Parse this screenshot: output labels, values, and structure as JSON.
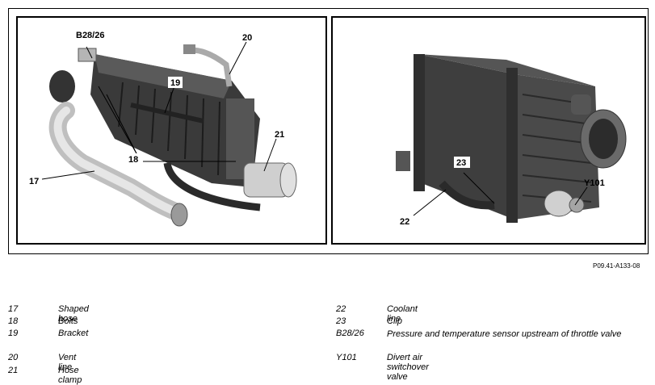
{
  "figure": {
    "left_callouts": {
      "c17": "17",
      "c18": "18",
      "c19": "19",
      "c20": "20",
      "c21": "21",
      "cB": "B28/26"
    },
    "right_callouts": {
      "c22": "22",
      "c23": "23",
      "cY": "Y101"
    },
    "reference_code": "P09.41-A133-08"
  },
  "legend": {
    "left": [
      {
        "num": "17",
        "text": "Shaped hose"
      },
      {
        "num": "18",
        "text": "Bolts"
      },
      {
        "num": "19",
        "text": "Bracket"
      },
      {
        "num": "20",
        "text": "Vent line"
      },
      {
        "num": "21",
        "text": "Hose clamp"
      }
    ],
    "right": [
      {
        "num": "22",
        "text": "Coolant line"
      },
      {
        "num": "23",
        "text": "Clip"
      },
      {
        "num": "B28/26",
        "text": "Pressure and temperature sensor upstream of throttle valve"
      },
      {
        "num": "Y101",
        "text": "Divert air switchover valve"
      }
    ]
  }
}
